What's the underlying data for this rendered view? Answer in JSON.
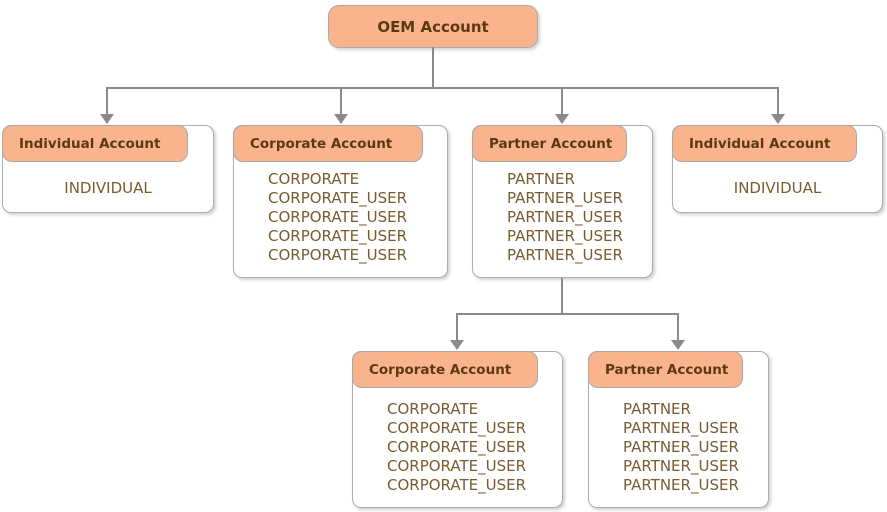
{
  "colors": {
    "node_fill": "#f9b48e",
    "node_border": "#a9a9a9",
    "header_text": "#5b3a10",
    "body_text": "#7a5b31",
    "connector": "#8a8a8a",
    "background": "#ffffff"
  },
  "diagram": {
    "type": "org-hierarchy",
    "root": {
      "label": "OEM Account"
    },
    "nodes": [
      {
        "title": "Individual Account",
        "items": [
          "INDIVIDUAL"
        ]
      },
      {
        "title": "Corporate Account",
        "items": [
          "CORPORATE",
          "CORPORATE_USER",
          "CORPORATE_USER",
          "CORPORATE_USER",
          "CORPORATE_USER"
        ]
      },
      {
        "title": "Partner Account",
        "items": [
          "PARTNER",
          "PARTNER_USER",
          "PARTNER_USER",
          "PARTNER_USER",
          "PARTNER_USER"
        ]
      },
      {
        "title": "Individual Account",
        "items": [
          "INDIVIDUAL"
        ]
      },
      {
        "title": "Corporate Account",
        "items": [
          "CORPORATE",
          "CORPORATE_USER",
          "CORPORATE_USER",
          "CORPORATE_USER",
          "CORPORATE_USER"
        ]
      },
      {
        "title": "Partner Account",
        "items": [
          "PARTNER",
          "PARTNER_USER",
          "PARTNER_USER",
          "PARTNER_USER",
          "PARTNER_USER"
        ]
      }
    ],
    "edges": [
      {
        "from": "OEM Account",
        "to": "Individual Account (left)"
      },
      {
        "from": "OEM Account",
        "to": "Corporate Account (top)"
      },
      {
        "from": "OEM Account",
        "to": "Partner Account (top)"
      },
      {
        "from": "OEM Account",
        "to": "Individual Account (right)"
      },
      {
        "from": "Partner Account (top)",
        "to": "Corporate Account (bottom)"
      },
      {
        "from": "Partner Account (top)",
        "to": "Partner Account (bottom)"
      }
    ]
  }
}
